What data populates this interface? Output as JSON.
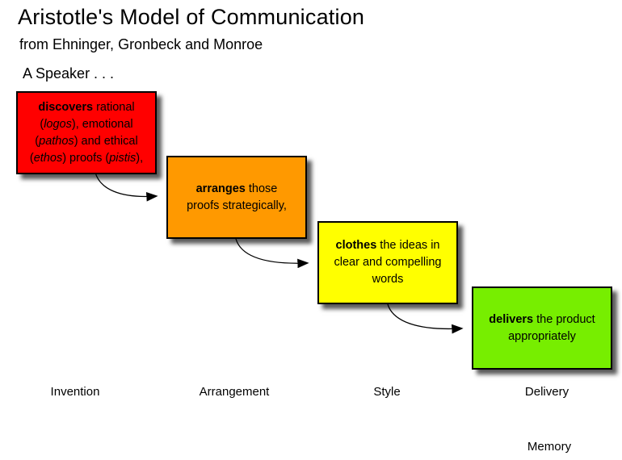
{
  "header": {
    "title": "Aristotle's Model of Communication",
    "subtitle": "from Ehninger, Gronbeck and Monroe",
    "lead_in": "A Speaker . . ."
  },
  "boxes": [
    {
      "id": "invention",
      "fill": "#ff0000",
      "lines": [
        [
          {
            "t": "discovers",
            "b": true
          },
          {
            "t": " rational"
          }
        ],
        [
          {
            "t": "("
          },
          {
            "t": "logos",
            "i": true
          },
          {
            "t": "), emotional"
          }
        ],
        [
          {
            "t": "("
          },
          {
            "t": "pathos",
            "i": true
          },
          {
            "t": ") and ethical"
          }
        ],
        [
          {
            "t": "("
          },
          {
            "t": "ethos",
            "i": true
          },
          {
            "t": ") proofs ("
          },
          {
            "t": "pistis",
            "i": true
          },
          {
            "t": "),"
          }
        ]
      ]
    },
    {
      "id": "arrangement",
      "fill": "#ff9900",
      "lines": [
        [
          {
            "t": "arranges",
            "b": true
          },
          {
            "t": " those"
          }
        ],
        [
          {
            "t": "proofs strategically,"
          }
        ]
      ]
    },
    {
      "id": "style",
      "fill": "#ffff00",
      "lines": [
        [
          {
            "t": "clothes",
            "b": true
          },
          {
            "t": " the ideas in"
          }
        ],
        [
          {
            "t": "clear and compelling"
          }
        ],
        [
          {
            "t": "words"
          }
        ]
      ]
    },
    {
      "id": "delivery",
      "fill": "#77ee00",
      "lines": [
        [
          {
            "t": "delivers",
            "b": true
          },
          {
            "t": " the product"
          }
        ],
        [
          {
            "t": "appropriately"
          }
        ]
      ]
    }
  ],
  "canon_labels": [
    "Invention",
    "Arrangement",
    "Style",
    "Delivery",
    "Memory"
  ],
  "arrow_color": "#000000"
}
